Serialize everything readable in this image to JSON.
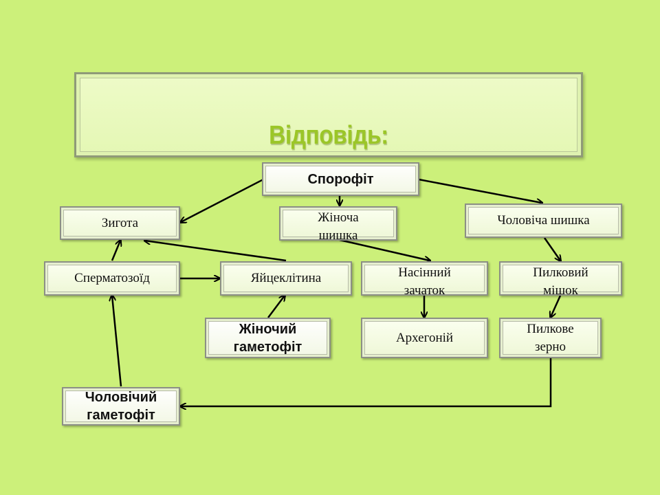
{
  "title": "Відповідь:",
  "nodes": {
    "sporophyte": "Спорофіт",
    "zygote": "Зигота",
    "female_cone": "Жіноча шишка",
    "male_cone": "Чоловіча шишка",
    "sperm": "Сперматозоїд",
    "egg": "Яйцеклітина",
    "ovule": "Насінний зачаток",
    "pollen_sac": "Пилковий мішок",
    "female_gametophyte": "Жіночий гаметофіт",
    "archegonium": "Архегоній",
    "pollen_grain": "Пилкове зерно",
    "male_gametophyte": "Чоловічий гаметофіт"
  },
  "colors": {
    "background": "#ccf07a",
    "title": "#9bc628",
    "arrow": "#000000"
  }
}
